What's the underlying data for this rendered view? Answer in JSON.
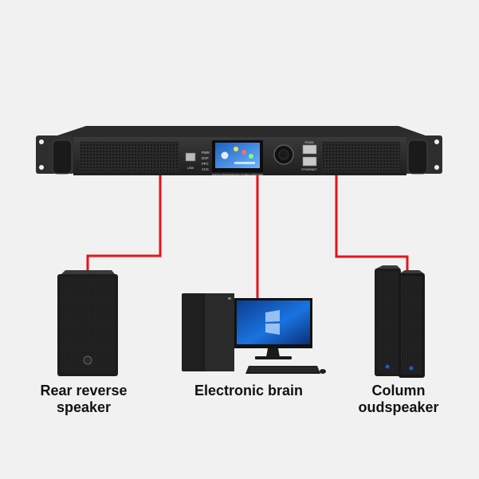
{
  "amplifier": {
    "screen_title": "DIGITAL PROFESSIONAL POWER AMPLIFIER",
    "indicator_labels": [
      "PWR",
      "DSP",
      "PPC",
      "ACS"
    ],
    "usb_label": "USB",
    "port_top_label": "RS485",
    "port_bottom_label": "ETHERNET"
  },
  "devices": [
    {
      "id": "rear-speaker",
      "label": "Rear reverse\nspeaker"
    },
    {
      "id": "computer",
      "label": "Electronic brain"
    },
    {
      "id": "column-speaker",
      "label": "Column\noudspeaker"
    }
  ],
  "colors": {
    "background": "#f1f1f1",
    "connection_line": "#e8121b",
    "device_body": "#1c1c1c",
    "monitor_screen": "#1565c8"
  }
}
